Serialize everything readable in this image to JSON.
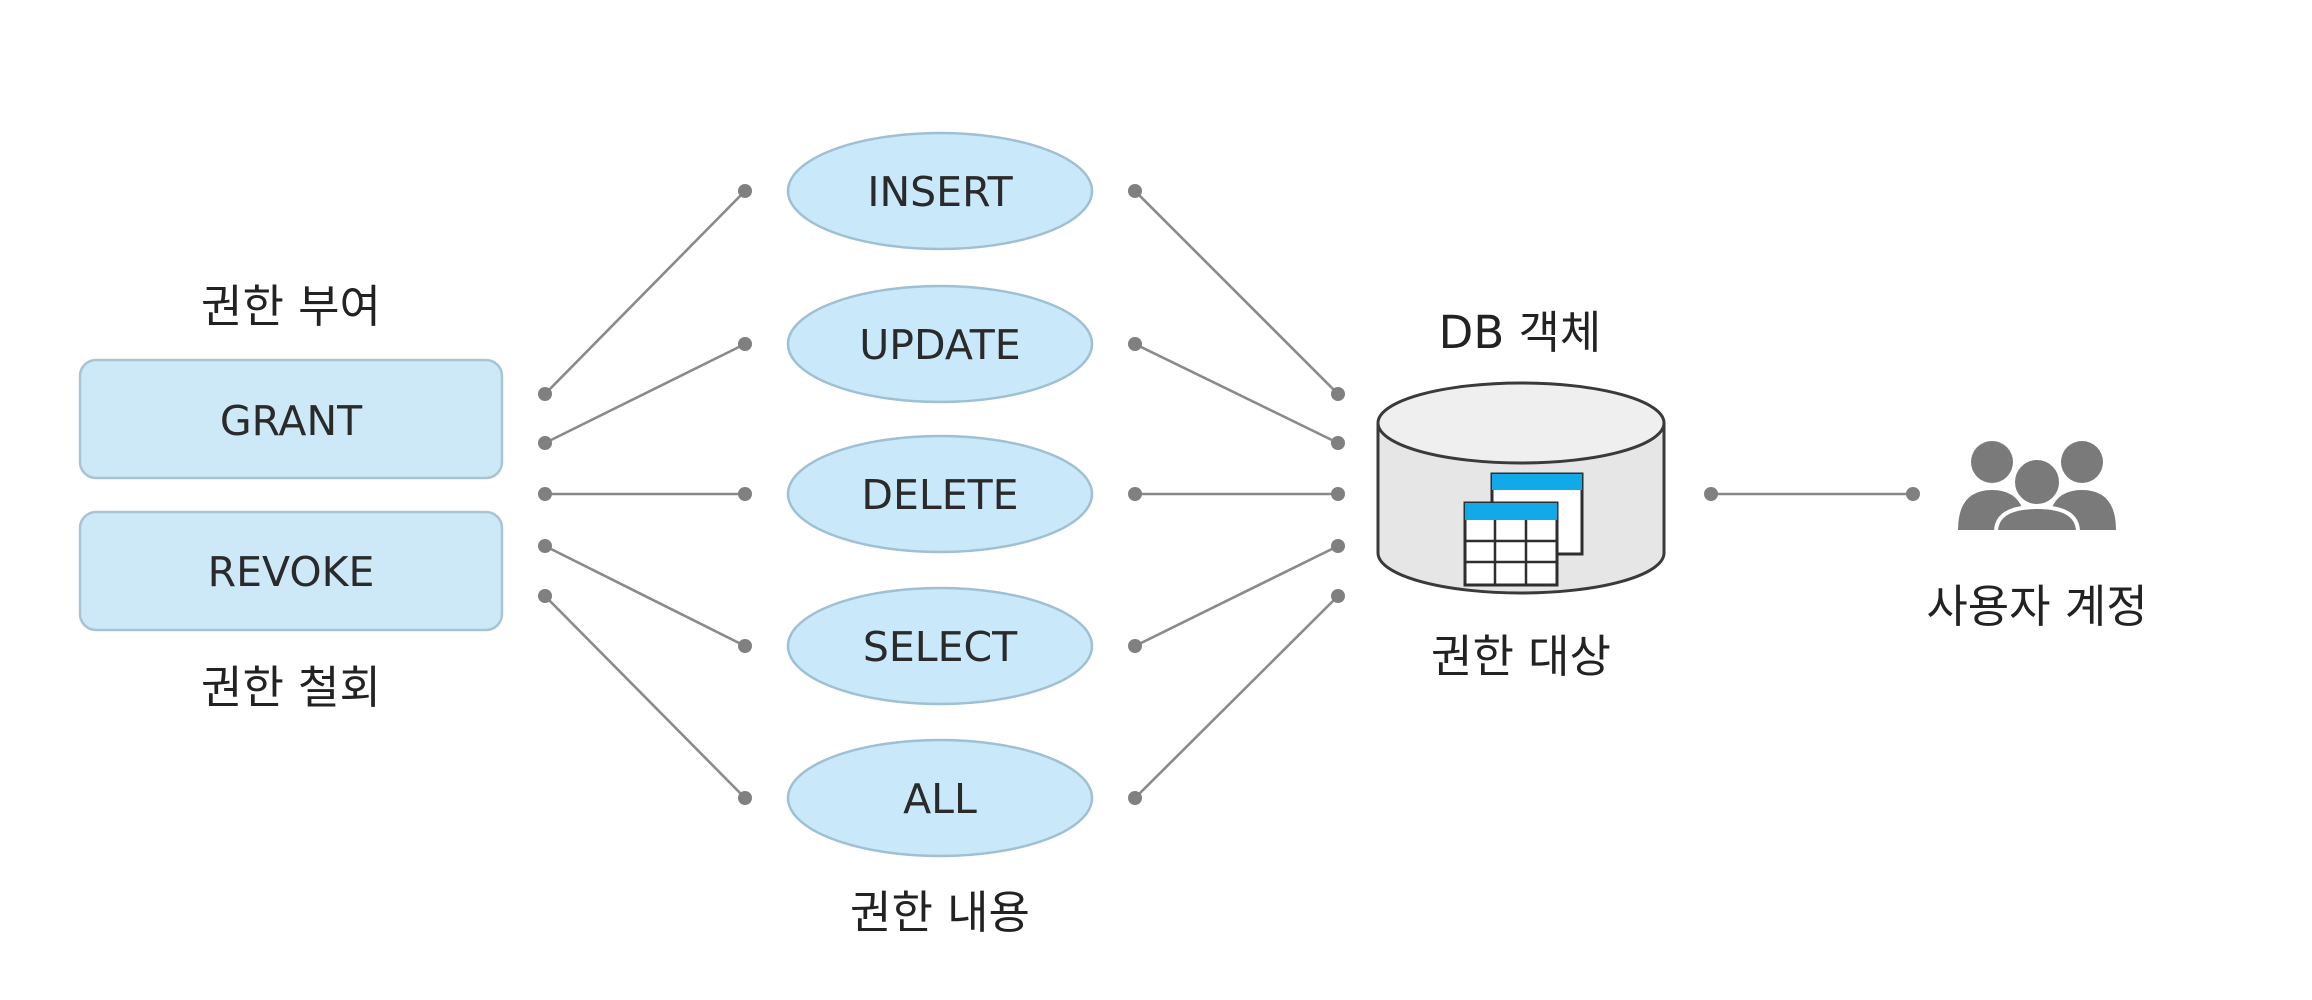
{
  "captions": {
    "grant_group": "권한 부여",
    "revoke_group": "권한 철회",
    "privileges": "권한 내용",
    "db_object": "DB 객체",
    "target": "권한 대상",
    "user_account": "사용자 계정"
  },
  "commands": [
    {
      "label": "GRANT"
    },
    {
      "label": "REVOKE"
    }
  ],
  "privileges": [
    {
      "label": "INSERT"
    },
    {
      "label": "UPDATE"
    },
    {
      "label": "DELETE"
    },
    {
      "label": "SELECT"
    },
    {
      "label": "ALL"
    }
  ],
  "icons": {
    "database": "database-icon",
    "tables": "table-icon",
    "users": "users-group-icon"
  },
  "colors": {
    "box_fill": "#cde9f8",
    "box_stroke": "#a9c4d3",
    "ellipse_fill": "#c9e8fa",
    "ellipse_stroke": "#9fbfd2",
    "table_header": "#11a9e9",
    "cylinder_fill": "#e6e6e6",
    "person": "#7a7a7a"
  }
}
